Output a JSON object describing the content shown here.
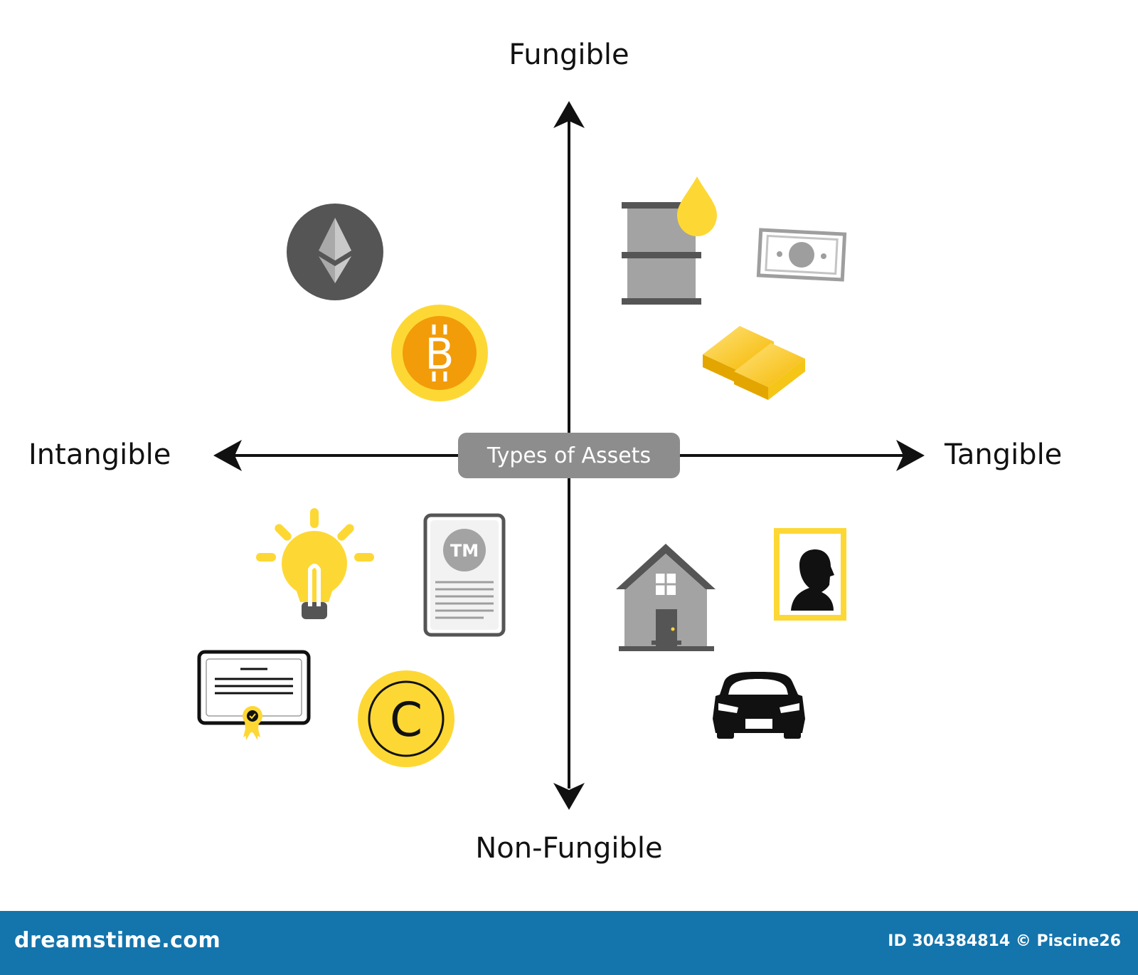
{
  "diagram": {
    "center_label": "Types of Assets",
    "axes": {
      "top": "Fungible",
      "bottom": "Non-Fungible",
      "left": "Intangible",
      "right": "Tangible"
    },
    "icon_labels": {
      "bitcoin": "B",
      "trademark": "TM",
      "copyright": "C"
    },
    "colors": {
      "axis": "#111111",
      "accent_yellow": "#fdd835",
      "gray": "#8d8d8d",
      "dark_gray": "#555555",
      "footer": "#1474ac"
    },
    "quadrants": {
      "fungible_intangible": [
        "ethereum-icon",
        "bitcoin-icon"
      ],
      "fungible_tangible": [
        "oil-barrel-icon",
        "banknote-icon",
        "gold-bars-icon"
      ],
      "non_fungible_intangible": [
        "lightbulb-icon",
        "trademark-document-icon",
        "certificate-icon",
        "copyright-icon"
      ],
      "non_fungible_tangible": [
        "house-icon",
        "portrait-frame-icon",
        "car-icon"
      ]
    }
  },
  "footer": {
    "brand": "dreamstime.com",
    "credit": "ID 304384814 © Piscine26"
  }
}
